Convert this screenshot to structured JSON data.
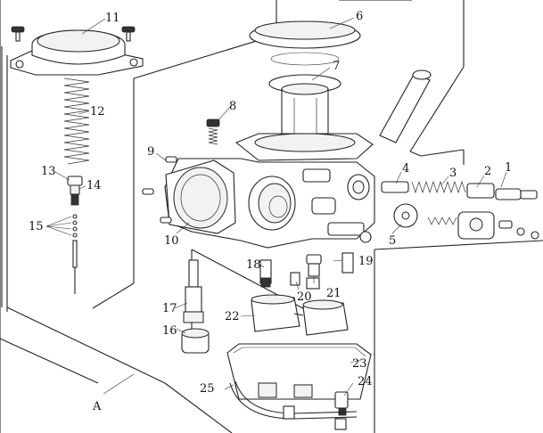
{
  "callouts": {
    "n1": "1",
    "n2": "2",
    "n3": "3",
    "n4": "4",
    "n5": "5",
    "n6": "6",
    "n7": "7",
    "n8": "8",
    "n9": "9",
    "n10": "10",
    "n11": "11",
    "n12": "12",
    "n13": "13",
    "n14": "14",
    "n15": "15",
    "n16": "16",
    "n17": "17",
    "n18": "18",
    "n19": "19",
    "n20": "20",
    "n21": "21",
    "n22": "22",
    "n23": "23",
    "n24": "24",
    "n25": "25"
  },
  "view_label": "A"
}
